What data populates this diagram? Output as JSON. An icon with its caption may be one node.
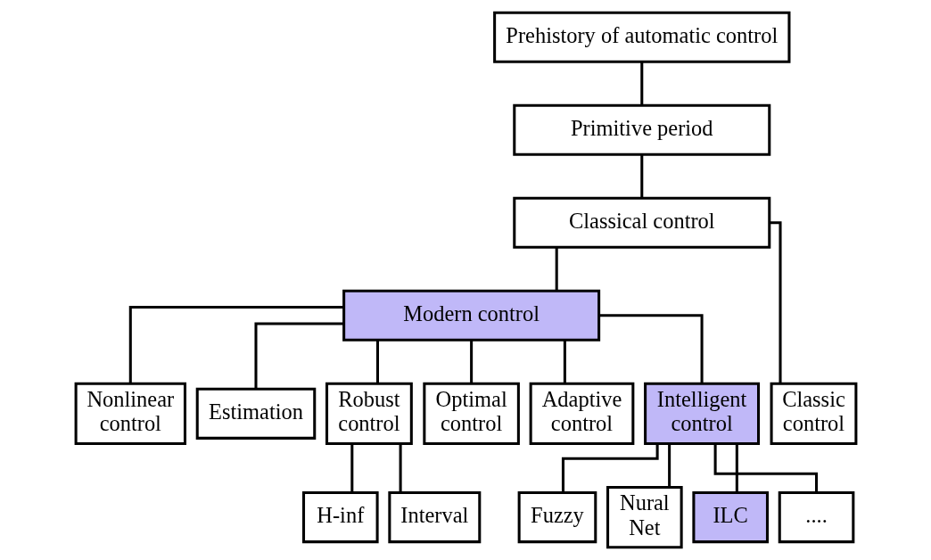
{
  "diagram": {
    "nodes": [
      {
        "text": [
          "Prehistory of automatic control"
        ]
      },
      {
        "text": [
          "Primitive period"
        ]
      },
      {
        "text": [
          "Classical control"
        ]
      },
      {
        "text": [
          "Modern control"
        ]
      },
      {
        "text": [
          "Classic control"
        ]
      },
      {
        "text": [
          "Nonlinear control"
        ]
      },
      {
        "text": [
          "Estimation"
        ]
      },
      {
        "text": [
          "Robust control"
        ]
      },
      {
        "text": [
          "Optimal control"
        ]
      },
      {
        "text": [
          "Adaptive control"
        ]
      },
      {
        "text": [
          "Intelligent control"
        ]
      },
      {
        "text": [
          "H-inf"
        ]
      },
      {
        "text": [
          "Interval"
        ]
      },
      {
        "text": [
          "Fuzzy"
        ]
      },
      {
        "text": [
          "Nural Net"
        ]
      },
      {
        "text": [
          "ILC"
        ]
      },
      {
        "text": [
          "...."
        ]
      }
    ],
    "edges": [
      {
        "from": 0,
        "to": 1,
        "arrow": "none"
      },
      {
        "from": 1,
        "to": 2,
        "arrow": "none"
      },
      {
        "from": 2,
        "to": 4,
        "arrow": "none"
      },
      {
        "from": 2,
        "to": 3,
        "arrow": "none"
      },
      {
        "from": 3,
        "to": 5,
        "arrow": "none"
      },
      {
        "from": 3,
        "to": 6,
        "arrow": "none"
      },
      {
        "from": 3,
        "to": 7,
        "arrow": "none"
      },
      {
        "from": 3,
        "to": 8,
        "arrow": "none"
      },
      {
        "from": 3,
        "to": 9,
        "arrow": "none"
      },
      {
        "from": 3,
        "to": 10,
        "arrow": "none"
      },
      {
        "from": 7,
        "to": 11,
        "arrow": "none"
      },
      {
        "from": 7,
        "to": 12,
        "arrow": "none"
      },
      {
        "from": 10,
        "to": 13,
        "arrow": "none"
      },
      {
        "from": 10,
        "to": 14,
        "arrow": "none"
      },
      {
        "from": 10,
        "to": 15,
        "arrow": "none"
      },
      {
        "from": 10,
        "to": 16,
        "arrow": "none"
      }
    ]
  }
}
